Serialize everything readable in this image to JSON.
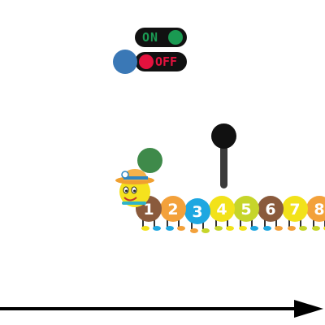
{
  "switch": {
    "on_label": "ON",
    "off_label": "OFF",
    "on_color": "#1a9a52",
    "off_color": "#e4123e"
  },
  "caterpillar": {
    "segments": [
      {
        "number": "1",
        "color": "#8a5a3c"
      },
      {
        "number": "2",
        "color": "#f3a13b"
      },
      {
        "number": "3",
        "color": "#1ea7e1"
      },
      {
        "number": "4",
        "color": "#f2e21a"
      },
      {
        "number": "5",
        "color": "#c6d52a"
      },
      {
        "number": "6",
        "color": "#8a5a3c"
      },
      {
        "number": "7",
        "color": "#f2e21a"
      },
      {
        "number": "8",
        "color": "#f3a13b"
      }
    ],
    "head_color": "#f5e21e",
    "hat_color": "#f0a030"
  },
  "colors": {
    "blue_dot": "#3a78b6",
    "green_dot": "#3f8a4a",
    "lever": "#111111",
    "arrow": "#000000"
  },
  "icons": {
    "switch": "on-off-switch-icon",
    "lever": "lever-icon",
    "arrow": "right-arrow-icon"
  }
}
